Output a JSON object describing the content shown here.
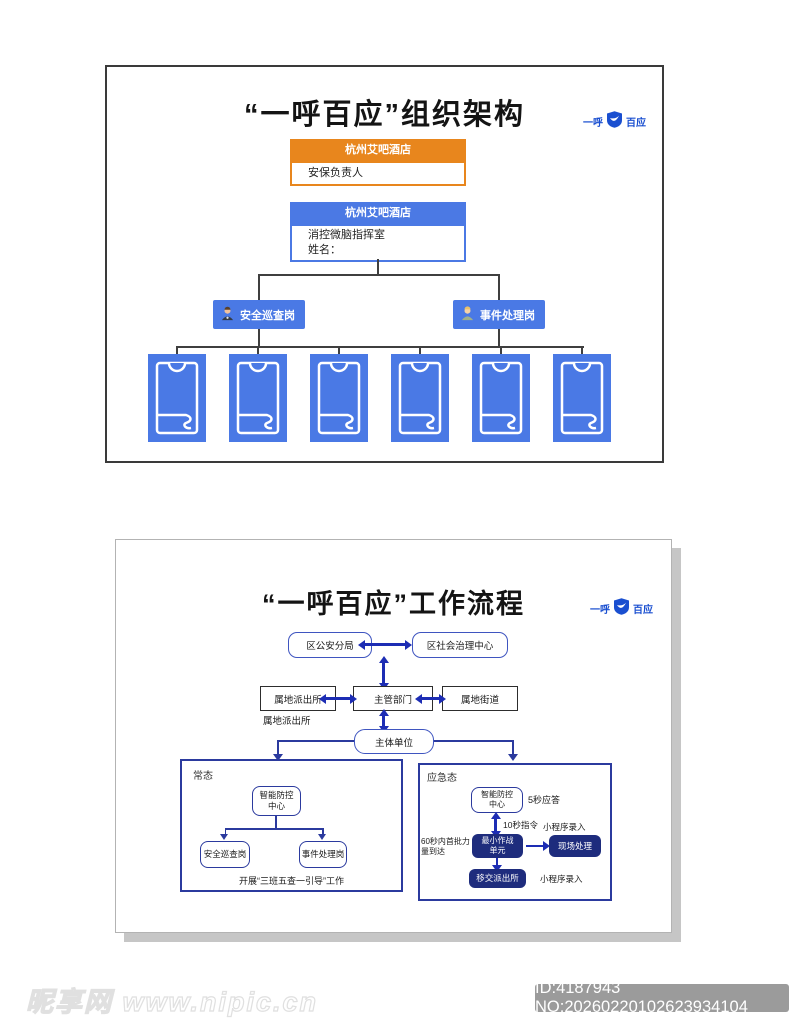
{
  "page": {
    "watermark_text": "昵享网 www.nipic.cn",
    "id_badge": "ID:4187943 NO:20260220102623934104"
  },
  "logo": {
    "prefix": "一呼",
    "suffix": "百应"
  },
  "org": {
    "title": "“一呼百应”组织架构",
    "hotel_security": {
      "header": "杭州艾吧酒店",
      "body": "安保负责人"
    },
    "hotel_command": {
      "header": "杭州艾吧酒店",
      "line1": "消控微脑指挥室",
      "line2": "姓名："
    },
    "branch_left": "安全巡查岗",
    "branch_right": "事件处理岗"
  },
  "flow": {
    "title": "“一呼百应”工作流程",
    "police_bureau": "区公安分局",
    "governance_center": "区社会治理中心",
    "local_station": "属地派出所",
    "local_station_stray": "属地派出所",
    "dept": "主管部门",
    "street": "属地街道",
    "hub": "主体单位",
    "normal": {
      "label": "常态",
      "center1": "智能防控",
      "center2": "中心",
      "left": "安全巡查岗",
      "right": "事件处理岗",
      "footer": "开展“三班五查一引导”工作"
    },
    "emergency": {
      "label": "应急态",
      "center1": "智能防控",
      "center2": "中心",
      "response": "5秒应答",
      "command": "10秒指令",
      "unit1": "最小作战",
      "unit2": "单元",
      "arrival1": "60秒内首批力",
      "arrival2": "量到达",
      "scene": "现场处理",
      "applet_top": "小程序录入",
      "transfer": "移交派出所",
      "applet_bottom": "小程序录入"
    }
  }
}
